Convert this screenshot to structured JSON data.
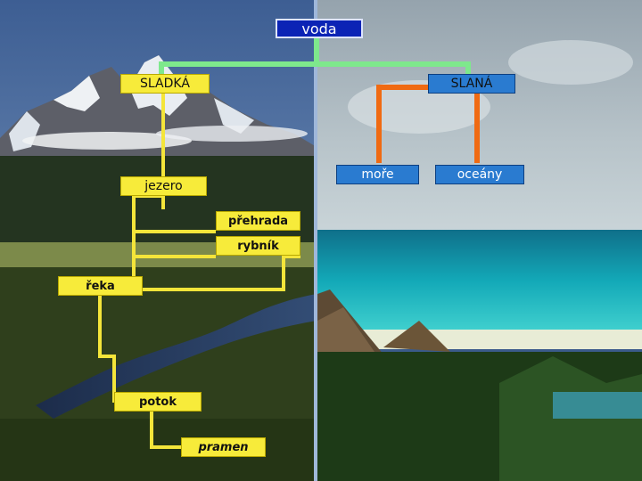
{
  "colors": {
    "root_box": "#0b23b5",
    "connector_root": "#7ee88c",
    "connector_salt": "#f06a12",
    "connector_fresh": "#f4e53a",
    "fresh_box": "#f7eb3a",
    "salt_box": "#2a7bd0"
  },
  "backgrounds": {
    "left": "mountain-and-river-photo",
    "right": "tropical-beach-resort-photo"
  },
  "diagram": {
    "root": "voda",
    "fresh": "SLADKÁ",
    "salt": "SLANÁ",
    "sea": "moře",
    "oceans": "oceány",
    "lake": "jezero",
    "reservoir": "přehrada",
    "pond": "rybník",
    "river": "řeka",
    "stream": "potok",
    "spring": "pramen"
  }
}
